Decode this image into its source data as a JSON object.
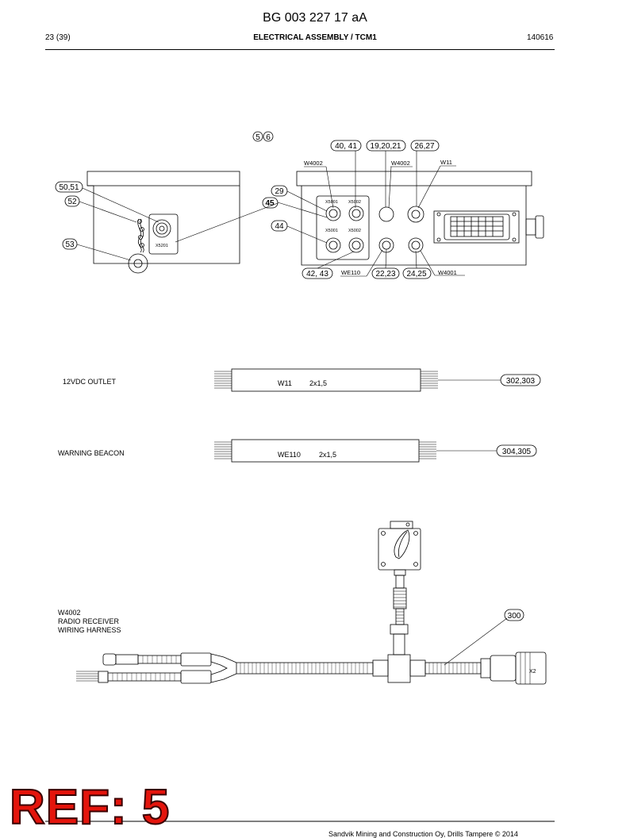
{
  "header": {
    "doc_number": "BG 003 227 17 aA",
    "page": "23 (39)",
    "section": "ELECTRICAL ASSEMBLY / TCM1",
    "date": "140616"
  },
  "top_view": {
    "callouts": {
      "c5": "5",
      "c6": "6",
      "c40_41": "40, 41",
      "c19_21": "19,20,21",
      "c26_27": "26,27",
      "c50_51": "50,51",
      "c52": "52",
      "c53": "53",
      "c29": "29",
      "c45": "45",
      "c44": "44",
      "c42_43": "42, 43",
      "c22_23": "22,23",
      "c24_25": "24,25"
    },
    "labels": {
      "w4002_a": "W4002",
      "w4002_b": "W4002",
      "w11": "W11",
      "we110": "WE110",
      "w4001": "W4001",
      "x5001_top": "X5001",
      "x5002_top": "X5002",
      "x5001_bot": "X5001",
      "x5002_bot": "X5002",
      "x5201": "X5201"
    }
  },
  "cables": [
    {
      "title": "12VDC OUTLET",
      "wire": "W11",
      "size": "2x1,5",
      "callout": "302,303"
    },
    {
      "title": "WARNING BEACON",
      "wire": "WE110",
      "size": "2x1,5",
      "callout": "304,305"
    }
  ],
  "harness": {
    "code": "W4002",
    "line1": "RADIO RECEIVER",
    "line2": "WIRING HARNESS",
    "callout": "300",
    "connector": "X2"
  },
  "stamp": {
    "text": "REF: 5"
  },
  "footer": {
    "copyright": "Sandvik Mining and Construction Oy, Drills Tampere © 2014"
  },
  "colors": {
    "stamp_red": "#e4140c",
    "ink": "#000000"
  }
}
